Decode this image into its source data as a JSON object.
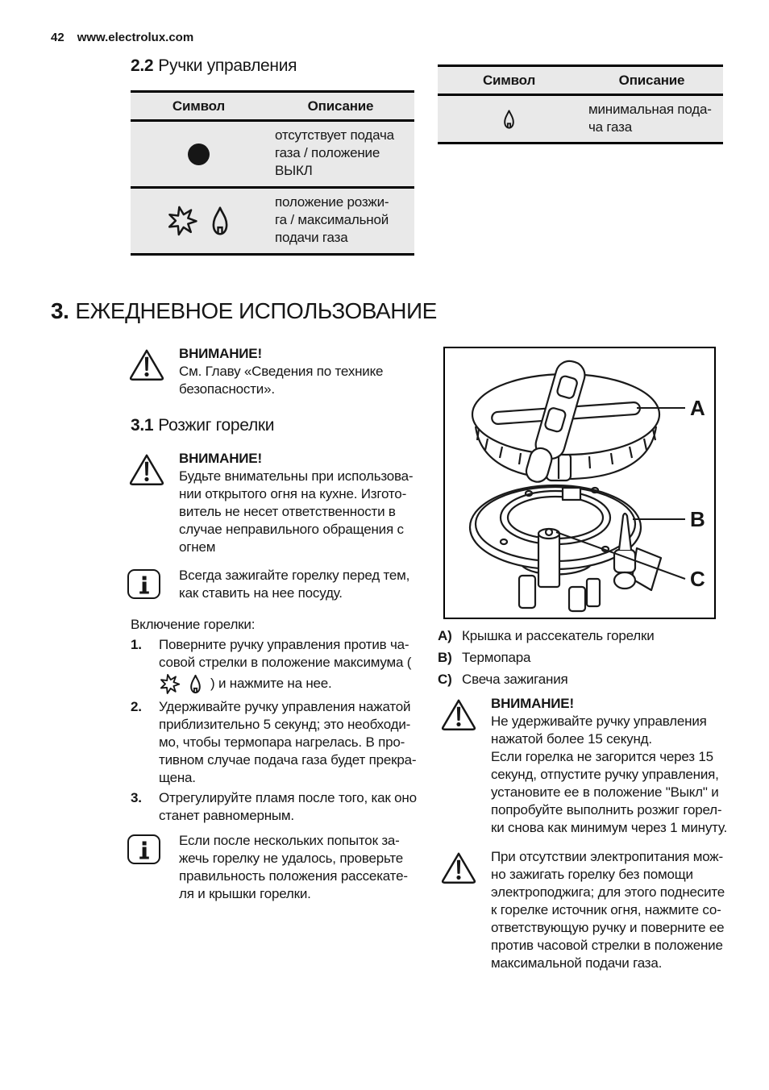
{
  "page_header": {
    "page_number": "42",
    "website": "www.electrolux.com"
  },
  "section_2_2": {
    "number": "2.2",
    "title": "Ручки управления",
    "table": {
      "col_symbol": "Символ",
      "col_description": "Описание",
      "rows": [
        {
          "icon": "off-circle-icon",
          "description": "отсутствует подача\nгаза / положение\nВЫКЛ"
        },
        {
          "icon": "spark-and-flame-icon",
          "description": "положение розжи-\nга / максимальной\nподачи газа"
        }
      ]
    }
  },
  "min_gas_table": {
    "col_symbol": "Символ",
    "col_description": "Описание",
    "row": {
      "icon": "small-flame-icon",
      "description": "минимальная пода-\nча газа"
    }
  },
  "section_3": {
    "number": "3.",
    "title": "ЕЖЕДНЕВНОЕ ИСПОЛЬЗОВАНИЕ"
  },
  "warning_1": {
    "title": "ВНИМАНИЕ!",
    "text": "См. Главу «Сведения по технике\nбезопасности»."
  },
  "section_3_1": {
    "number": "3.1",
    "title": "Розжиг горелки"
  },
  "warning_2": {
    "title": "ВНИМАНИЕ!",
    "text": "Будьте внимательны при использова-\nнии открытого огня на кухне. Изгото-\nвитель не несет ответственности в\nслучае неправильного обращения с\nогнем"
  },
  "info_1": {
    "text": "Всегда зажигайте горелку перед тем,\nкак ставить на нее посуду."
  },
  "ignition": {
    "intro": "Включение горелки:",
    "steps": [
      {
        "num": "1.",
        "text_before": "Поверните ручку управления против ча-\nсовой стрелки в положение максимума (",
        "icons": [
          "spark-icon",
          "flame-icon"
        ],
        "text_after": ") и нажмите на нее."
      },
      {
        "num": "2.",
        "text": "Удерживайте ручку управления нажатой\nприблизительно 5 секунд; это необходи-\nмо, чтобы термопара нагрелась. В про-\nтивном случае подача газа будет прекра-\nщена."
      },
      {
        "num": "3.",
        "text": "Отрегулируйте пламя после того, как оно\nстанет равномерным."
      }
    ]
  },
  "info_2": {
    "text": "Если после нескольких попыток за-\nжечь горелку не удалось, проверьте\nправильность положения рассекате-\nля и крышки горелки."
  },
  "diagram": {
    "labels": {
      "a": "A",
      "b": "B",
      "c": "C"
    }
  },
  "legend": [
    {
      "key": "A)",
      "text": "Крышка и рассекатель горелки"
    },
    {
      "key": "B)",
      "text": "Термопара"
    },
    {
      "key": "C)",
      "text": "Свеча зажигания"
    }
  ],
  "warning_3": {
    "title": "ВНИМАНИЕ!",
    "text": "Не удерживайте ручку управления\nнажатой более 15 секунд.\nЕсли горелка не загорится через 15\nсекунд, отпустите ручку управления,\nустановите ее в положение \"Выкл\" и\nпопробуйте выполнить розжиг горел-\nки снова как минимум через 1 минуту."
  },
  "warning_4": {
    "text": "При отсутствии электропитания мож-\nно зажигать горелку без помощи\nэлектроподжига; для этого поднесите\nк горелке источник огня, нажмите со-\nответствующую ручку и поверните ее\nпротив часовой стрелки в положение\nмаксимальной подачи газа."
  },
  "colors": {
    "table_bg": "#e9e9e9",
    "text": "#161616",
    "rule": "#000000"
  }
}
